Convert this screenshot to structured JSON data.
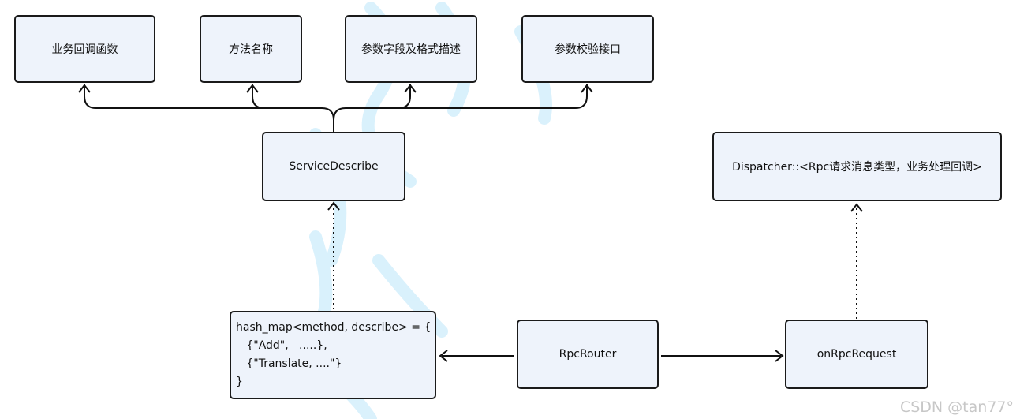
{
  "boxes": {
    "callback": "业务回调函数",
    "method_name": "方法名称",
    "param_desc": "参数字段及格式描述",
    "param_check": "参数校验接口",
    "service_describe": "ServiceDescribe",
    "dispatcher": "Dispatcher::<Rpc请求消息类型，业务处理回调>",
    "hash_map": "hash_map<method, describe> = {\n   {\"Add\",   .....},\n   {\"Translate, ....\"}\n}",
    "rpc_router": "RpcRouter",
    "on_rpc_request": "onRpcRequest"
  },
  "watermark": "CSDN @tan77°",
  "colors": {
    "box_fill": "#eef3fb",
    "border": "#1a1a1a",
    "decoration": "#cfeefc"
  }
}
